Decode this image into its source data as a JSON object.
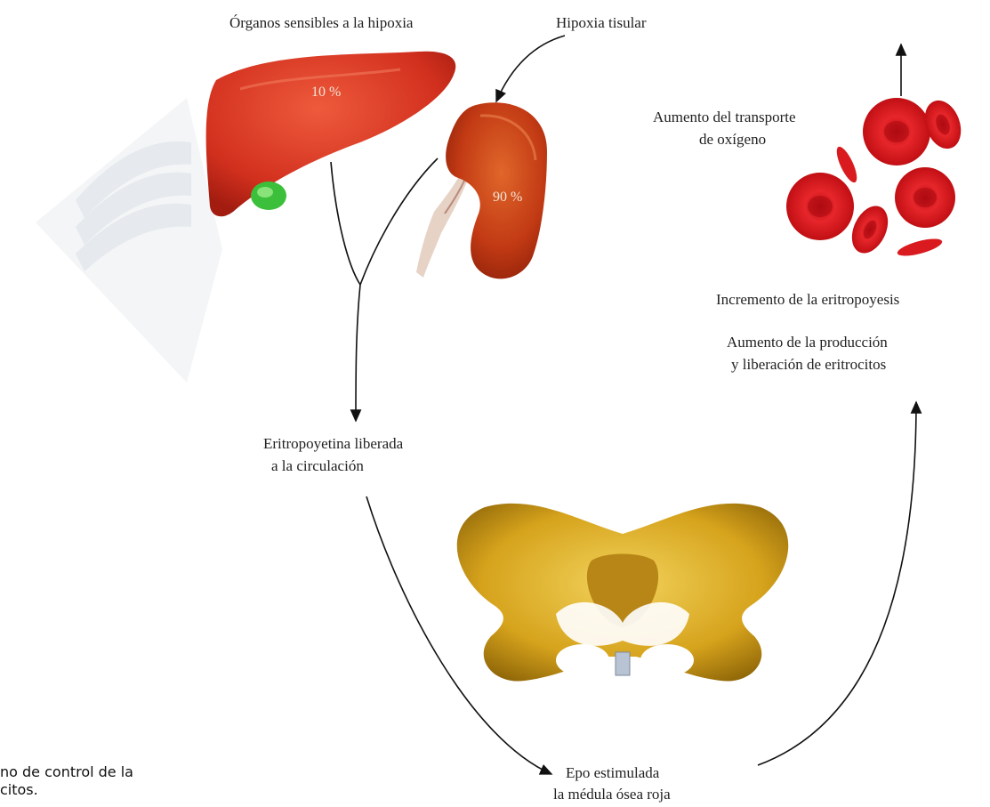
{
  "labels": {
    "organs_title": "Órganos sensibles a la hipoxia",
    "hypoxia": "Hipoxia tisular",
    "transport_1": "Aumento del transporte",
    "transport_2": "de oxígeno",
    "erythro_increase": "Incremento de la eritropoyesis",
    "production_1": "Aumento de la producción",
    "production_2": "y liberación de eritrocitos",
    "epo_released_1": "Eritropoyetina liberada",
    "epo_released_2": "a la circulación",
    "epo_stim_1": "Epo estimulada",
    "epo_stim_2": "la médula ósea roja"
  },
  "organs": {
    "liver_pct": "10 %",
    "kidney_pct": "90 %"
  },
  "caption": {
    "line1": "no de control de la",
    "line2": "citos."
  },
  "colors": {
    "liver": "#d8311f",
    "kidney": "#c23a14",
    "rbc": "#e0161b",
    "bone": "#d6a31c",
    "watermark": "#c9d0d8"
  }
}
